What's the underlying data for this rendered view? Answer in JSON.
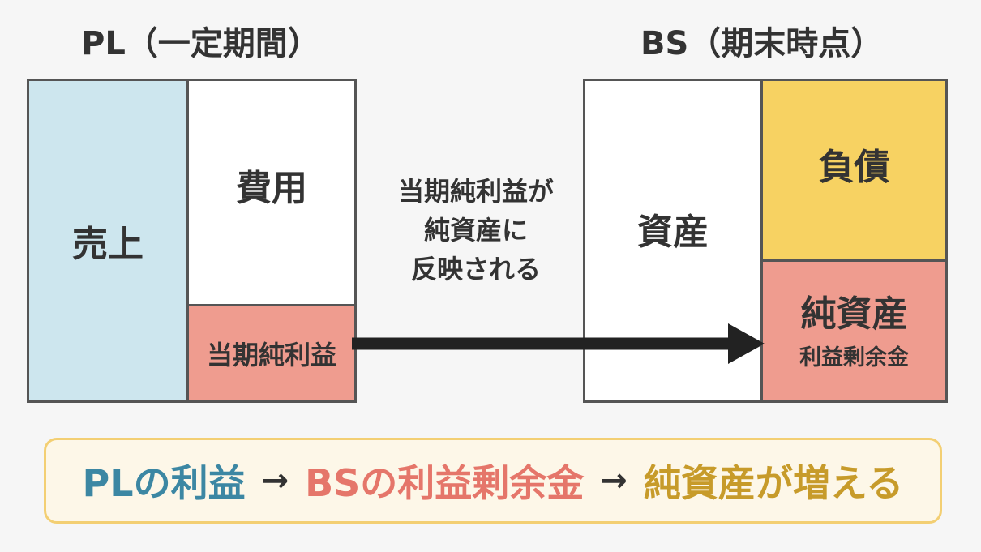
{
  "pl": {
    "title": "PL（一定期間）",
    "sales": "売上",
    "expenses": "費用",
    "net_income": "当期純利益"
  },
  "bs": {
    "title": "BS（期末時点）",
    "assets": "資産",
    "liabilities": "負債",
    "equity": "純資産",
    "equity_sub": "利益剰余金"
  },
  "flow_note": [
    "当期純利益が",
    "純資産に",
    "反映される"
  ],
  "summary": {
    "part1": "PLの利益",
    "arrow": "→",
    "part2": "BSの利益剰余金",
    "part3": "純資産が増える"
  },
  "colors": {
    "sales": "#cde6ee",
    "profit": "#ef9c8f",
    "liabilities": "#f7d262",
    "summary_part1": "#3c87a3",
    "summary_part2": "#e5766a",
    "summary_part3": "#c79b2a"
  }
}
